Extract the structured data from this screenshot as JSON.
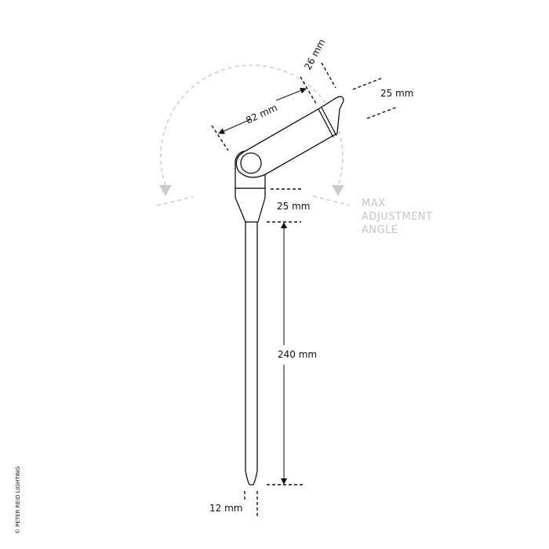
{
  "dimensions": {
    "arm_length": "82 mm",
    "head_width": "26 mm",
    "head_diameter": "25 mm",
    "collar_height": "25 mm",
    "spike_length": "240 mm",
    "spike_diameter": "12 mm"
  },
  "adjustment_label": [
    "MAX",
    "ADJUSTMENT",
    "ANGLE"
  ],
  "copyright": "© PETER REID LIGHTING",
  "colors": {
    "line": "#111111",
    "guide": "#cccccc",
    "annotation": "#c4c4c4"
  }
}
